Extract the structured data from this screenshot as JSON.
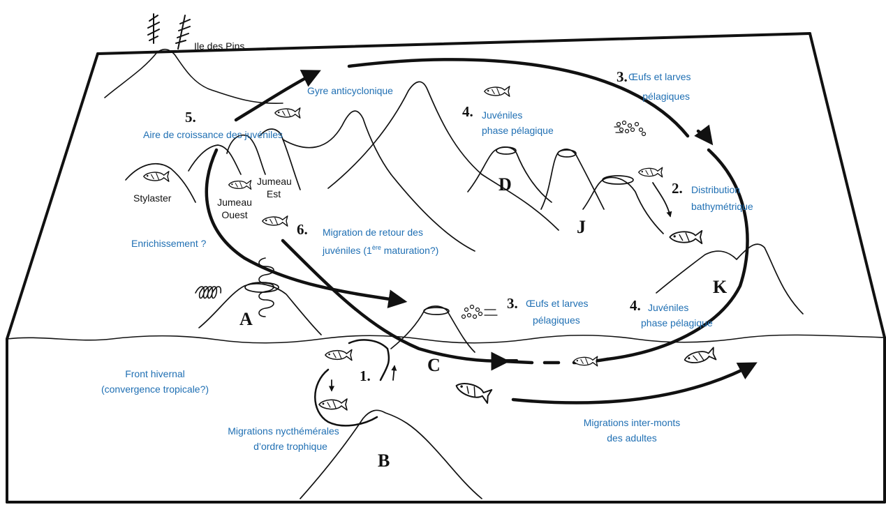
{
  "island": "Ile des Pins",
  "gyre": "Gyre anticyclonique",
  "seamounts": {
    "a": "A",
    "b": "B",
    "c": "C",
    "d": "D",
    "j": "J",
    "k": "K",
    "stylaster": "Stylaster",
    "jumeau_est": [
      "Jumeau",
      "Est"
    ],
    "jumeau_ouest": [
      "Jumeau",
      "Ouest"
    ]
  },
  "stages": [
    {
      "num": "1.",
      "lines": []
    },
    {
      "num": "2.",
      "lines": [
        "Distribution",
        "bathymétrique"
      ]
    },
    {
      "num": "3.",
      "lines": [
        "Œufs et larves",
        "pélagiques"
      ]
    },
    {
      "num": "4.",
      "lines": [
        "Juvéniles",
        "phase pélagique"
      ]
    },
    {
      "num": "5.",
      "lines": [
        "Aire de croissance des juvéniles"
      ]
    },
    {
      "num": "6.",
      "lines": [
        "Migration de retour des",
        "juvéniles (1",
        "ère",
        " maturation?)"
      ]
    },
    {
      "num": "3.",
      "lines": [
        "Œufs et larves",
        "pélagiques"
      ]
    },
    {
      "num": "4.",
      "lines": [
        "Juvéniles",
        "phase pélagique"
      ]
    }
  ],
  "enrichment": "Enrichissement ?",
  "front": [
    "Front hivernal",
    "(convergence tropicale?)"
  ],
  "nycthemeral": [
    "Migrations nycthémérales",
    "d’ordre trophique"
  ],
  "intermonts": [
    "Migrations inter-monts",
    "des adultes"
  ],
  "colors": {
    "label_blue": "#1f6fb3",
    "ink": "#111111"
  }
}
